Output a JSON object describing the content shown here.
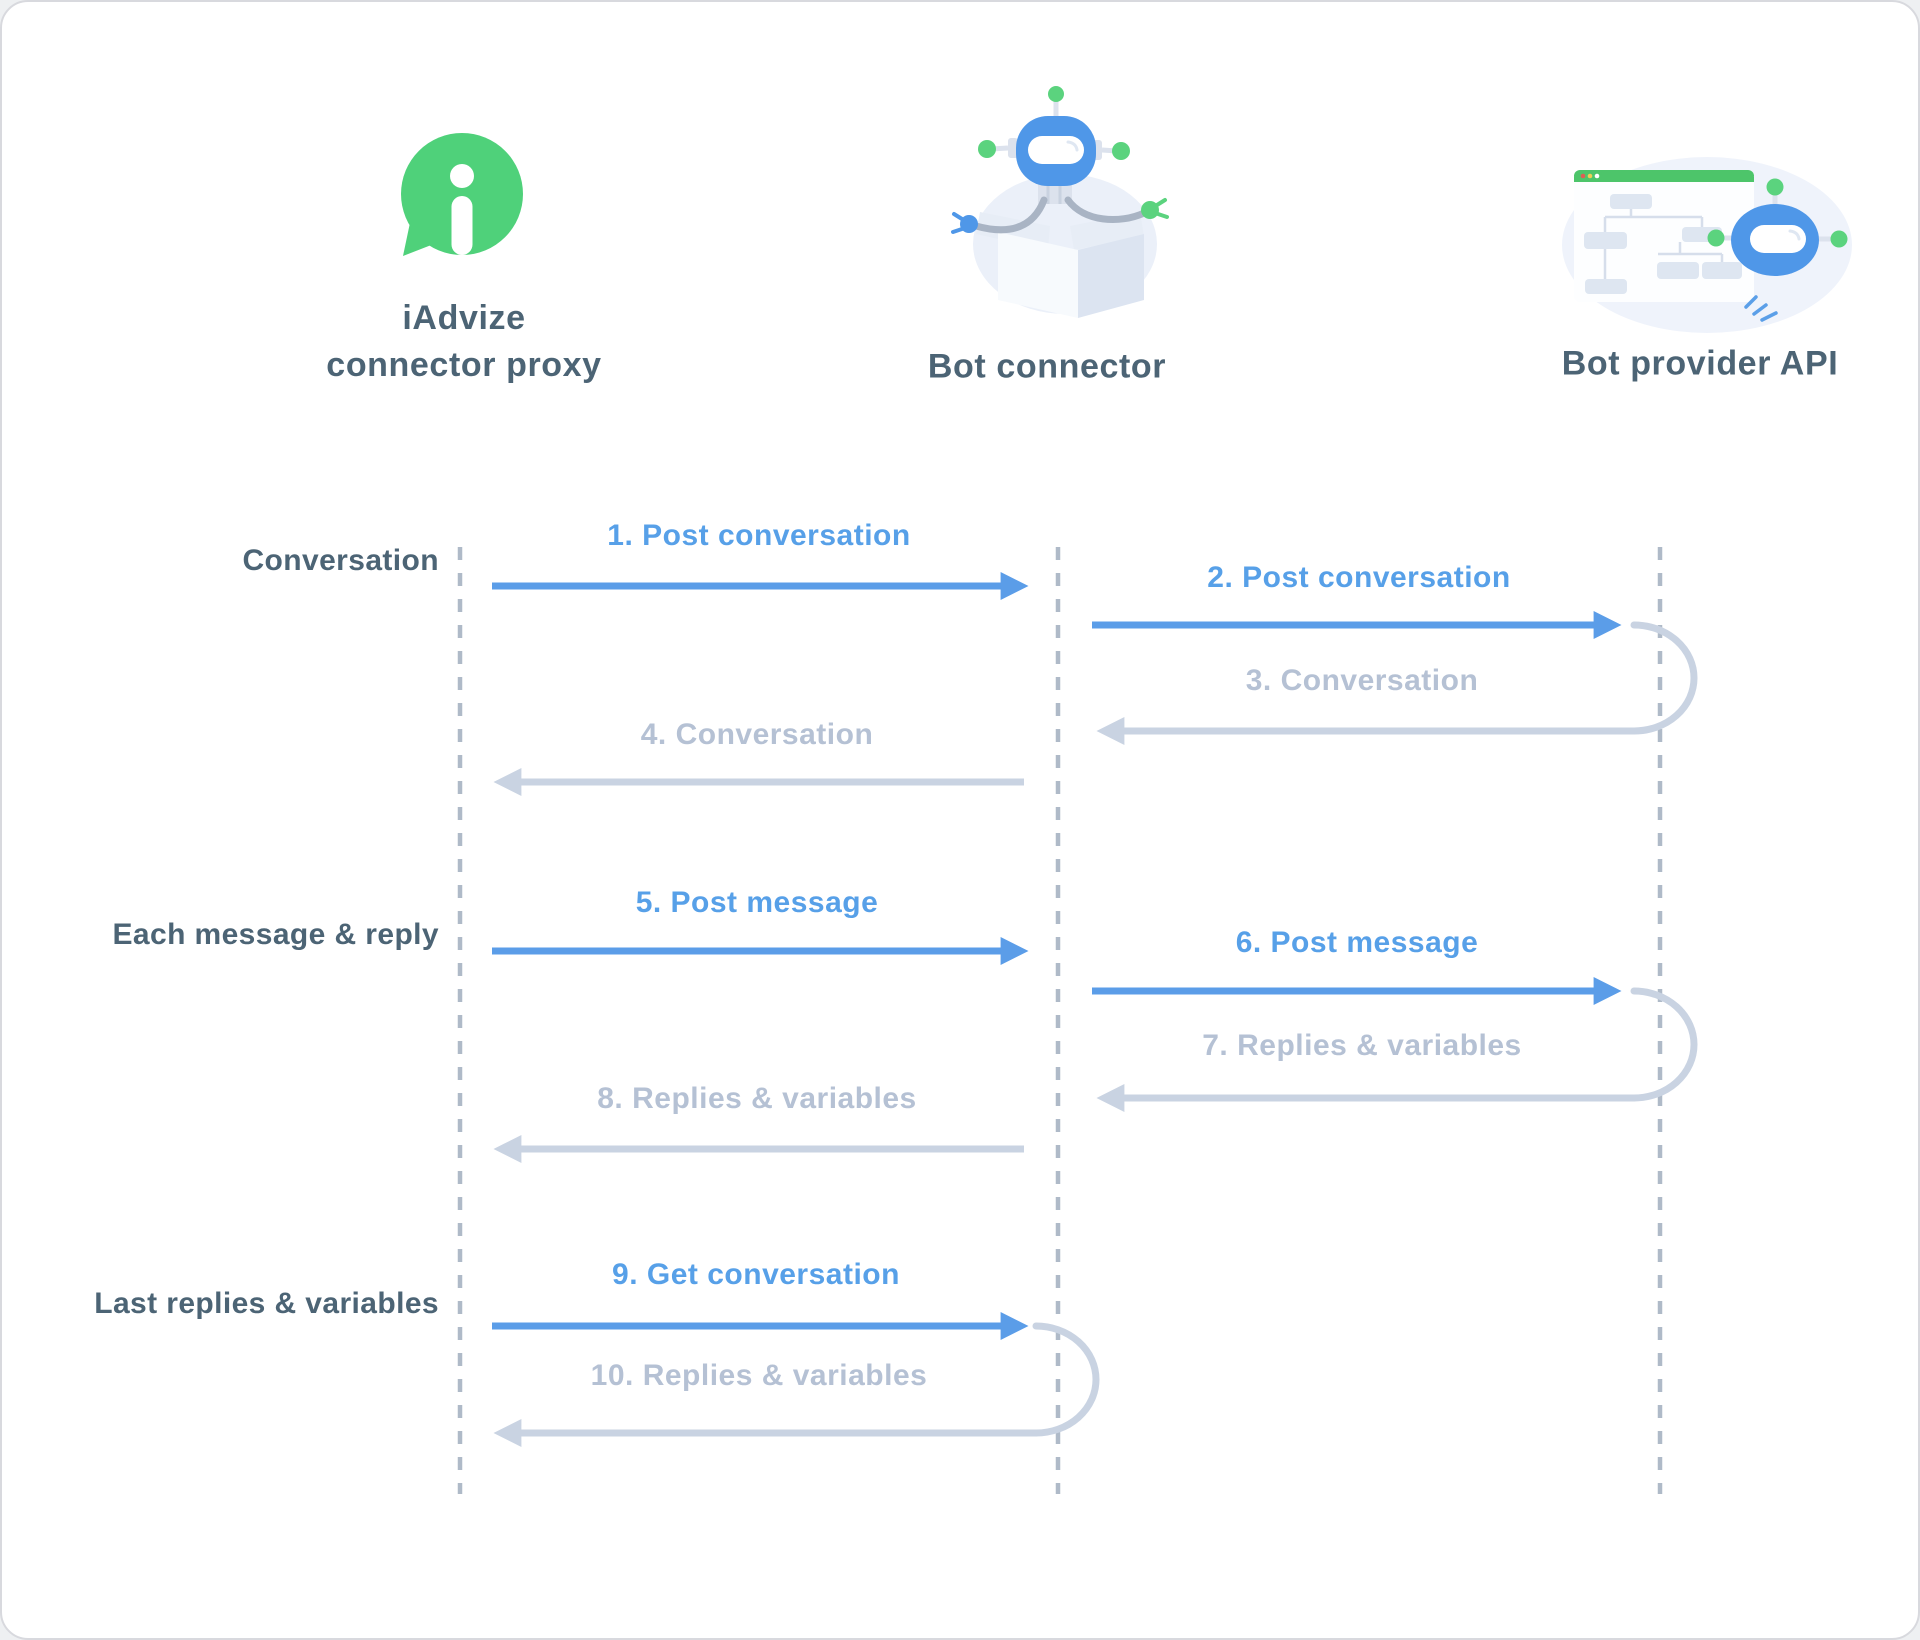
{
  "actors": [
    {
      "id": "iadvize-connector-proxy",
      "line1": "iAdvize",
      "line2": "connector proxy"
    },
    {
      "id": "bot-connector",
      "label": "Bot connector"
    },
    {
      "id": "bot-provider-api",
      "label": "Bot provider API"
    }
  ],
  "rows": [
    {
      "label": "Conversation"
    },
    {
      "label": "Each message & reply"
    },
    {
      "label": "Last replies & variables"
    }
  ],
  "messages": [
    {
      "label": "1. Post conversation",
      "from": "iAdvize connector proxy",
      "to": "Bot connector",
      "type": "request"
    },
    {
      "label": "2. Post conversation",
      "from": "Bot connector",
      "to": "Bot provider API",
      "type": "request"
    },
    {
      "label": "3. Conversation",
      "from": "Bot provider API",
      "to": "Bot connector",
      "type": "response"
    },
    {
      "label": "4. Conversation",
      "from": "Bot connector",
      "to": "iAdvize connector proxy",
      "type": "response"
    },
    {
      "label": "5. Post message",
      "from": "iAdvize connector proxy",
      "to": "Bot connector",
      "type": "request"
    },
    {
      "label": "6. Post message",
      "from": "Bot connector",
      "to": "Bot provider API",
      "type": "request"
    },
    {
      "label": "7. Replies & variables",
      "from": "Bot provider API",
      "to": "Bot connector",
      "type": "response"
    },
    {
      "label": "8. Replies & variables",
      "from": "Bot connector",
      "to": "iAdvize connector proxy",
      "type": "response"
    },
    {
      "label": "9. Get conversation",
      "from": "iAdvize connector proxy",
      "to": "Bot connector",
      "type": "request"
    },
    {
      "label": "10. Replies & variables",
      "from": "Bot connector",
      "to": "iAdvize connector proxy",
      "type": "response"
    }
  ],
  "colors": {
    "msg_blue": "#57a0e8",
    "msg_gray": "#b5c1d4",
    "arrow_blue": "#5b9de8",
    "arrow_gray": "#c9d3e2",
    "lifeline_gray": "#afbac8",
    "text_dark": "#4c6475",
    "brand_green": "#4fd17a",
    "robot_blue": "#4f97e8",
    "antenna_green": "#5bd37e",
    "browser_bar_green": "#4dc56a"
  }
}
